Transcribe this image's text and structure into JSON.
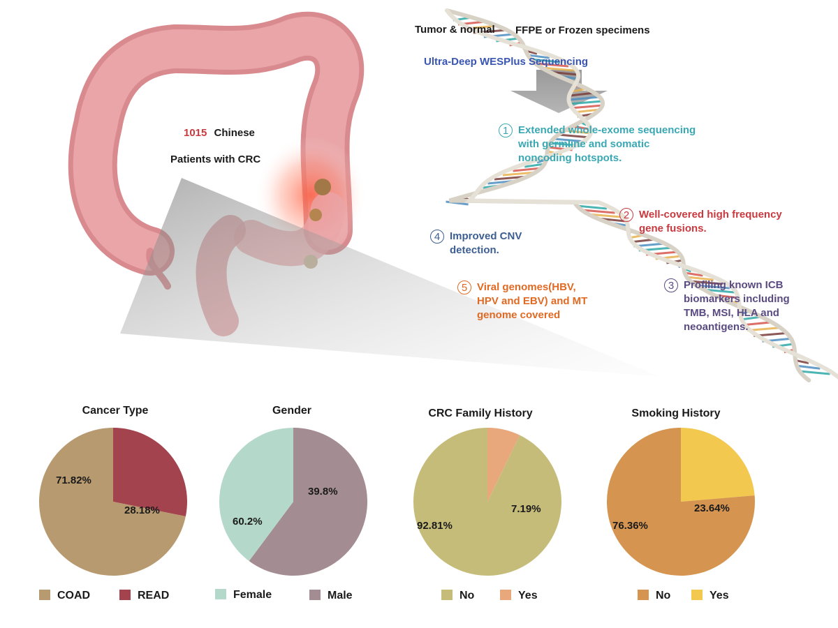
{
  "top": {
    "tumor_normal": "Tumor & normal",
    "specimens": "FFPE or Frozen specimens",
    "sequencing": "Ultra-Deep WESPlus Sequencing"
  },
  "cohort": {
    "count": "1015",
    "nationality": "Chinese",
    "patients": "Patients with CRC"
  },
  "features": [
    {
      "num": "1",
      "text": "Extended whole-exome sequencing with germline and somatic noncoding hotspots.",
      "color": "#3aa8b4"
    },
    {
      "num": "2",
      "text": "Well-covered high frequency gene fusions.",
      "color": "#c83a3f"
    },
    {
      "num": "3",
      "text": "Profiling known ICB biomarkers including TMB, MSI, HLA and neoantigens.",
      "color": "#5a4a82"
    },
    {
      "num": "4",
      "text": "Improved CNV detection.",
      "color": "#3c5e92"
    },
    {
      "num": "5",
      "text": "Viral genomes(HBV, HPV and EBV) and MT genome covered",
      "color": "#e06a24"
    }
  ],
  "chart_data": [
    {
      "type": "pie",
      "title": "Cancer Type",
      "slices": [
        {
          "label": "COAD",
          "value": 71.82,
          "display": "71.82%",
          "color": "#b89a70"
        },
        {
          "label": "READ",
          "value": 28.18,
          "display": "28.18%",
          "color": "#a3434e"
        }
      ]
    },
    {
      "type": "pie",
      "title": "Gender",
      "slices": [
        {
          "label": "Female",
          "value": 39.8,
          "display": "39.8%",
          "color": "#b4d9cb"
        },
        {
          "label": "Male",
          "value": 60.2,
          "display": "60.2%",
          "color": "#a38c92"
        }
      ]
    },
    {
      "type": "pie",
      "title": "CRC Family History",
      "slices": [
        {
          "label": "No",
          "value": 92.81,
          "display": "92.81%",
          "color": "#c6bc79"
        },
        {
          "label": "Yes",
          "value": 7.19,
          "display": "7.19%",
          "color": "#e8a87c"
        }
      ]
    },
    {
      "type": "pie",
      "title": "Smoking History",
      "slices": [
        {
          "label": "No",
          "value": 76.36,
          "display": "76.36%",
          "color": "#d59450"
        },
        {
          "label": "Yes",
          "value": 23.64,
          "display": "23.64%",
          "color": "#f2c84f"
        }
      ]
    }
  ]
}
